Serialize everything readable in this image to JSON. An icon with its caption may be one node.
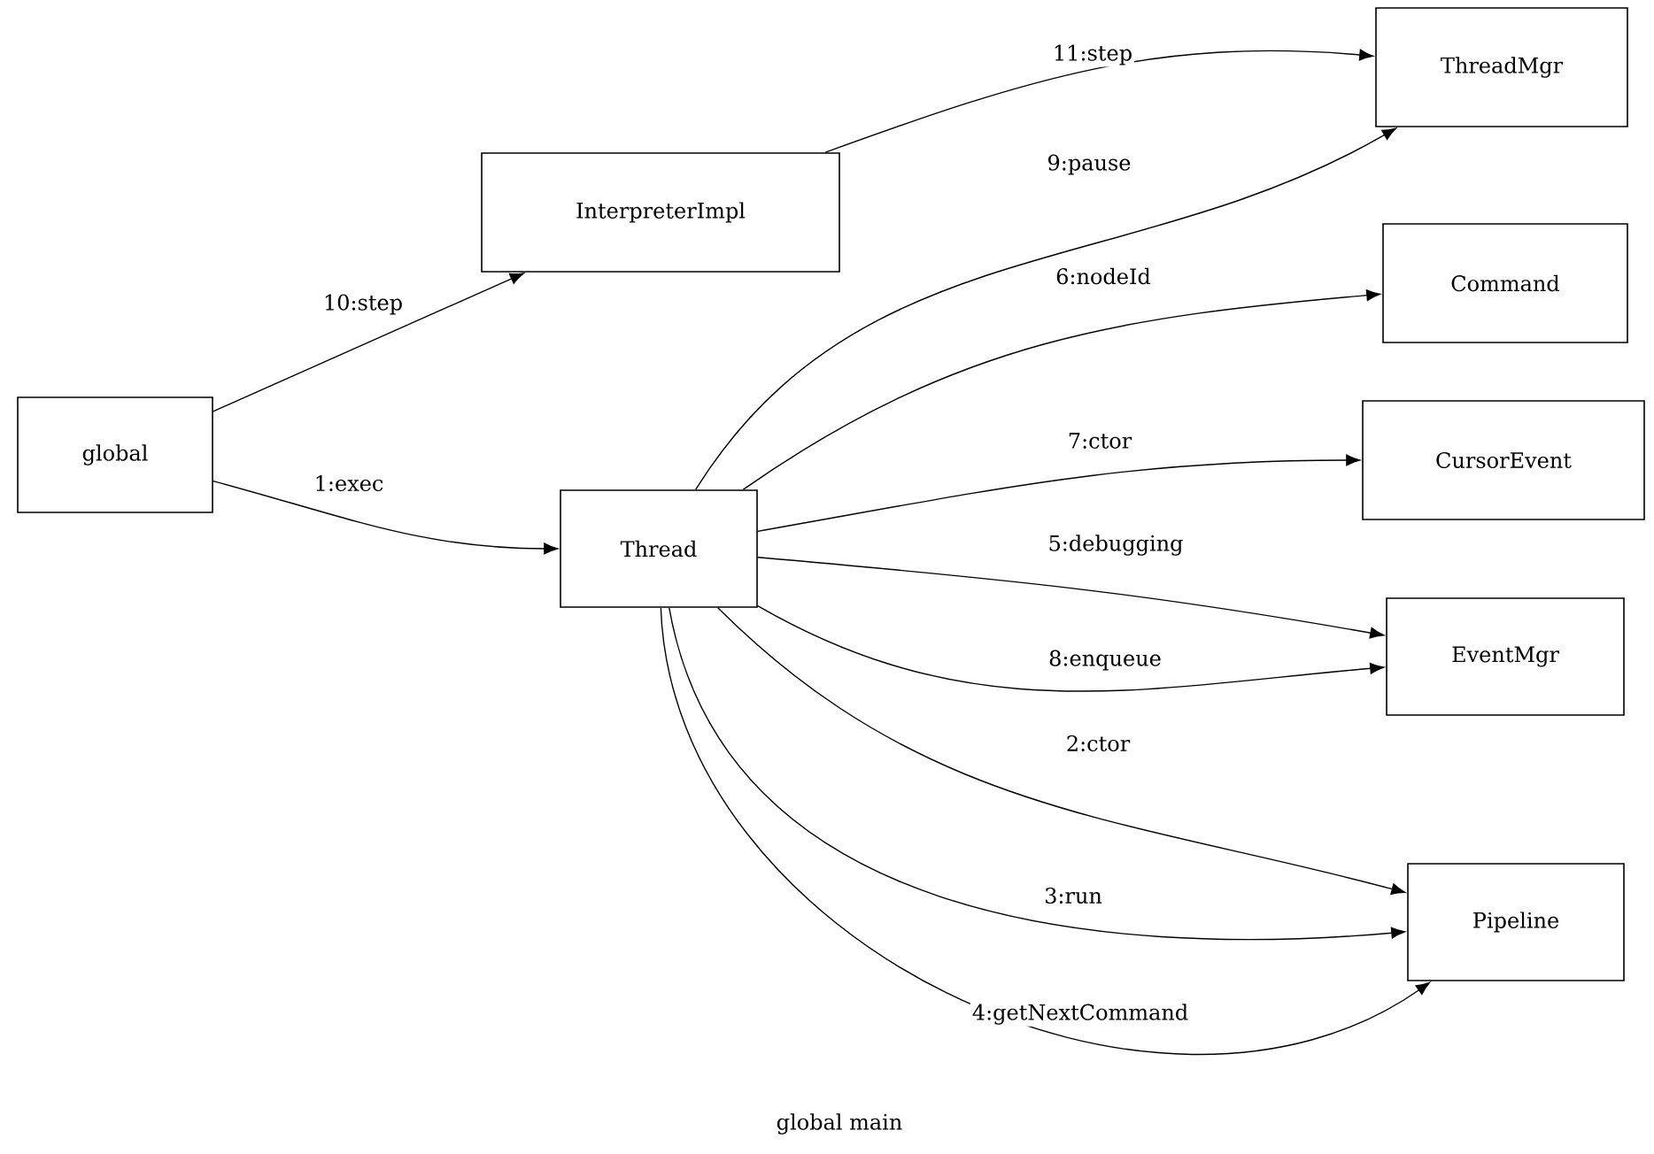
{
  "diagram": {
    "caption": "global main",
    "nodes": [
      {
        "text": [
          "global"
        ]
      },
      {
        "text": [
          "InterpreterImpl"
        ]
      },
      {
        "text": [
          "ThreadMgr"
        ]
      },
      {
        "text": [
          "Thread"
        ]
      },
      {
        "text": [
          "Command"
        ]
      },
      {
        "text": [
          "CursorEvent"
        ]
      },
      {
        "text": [
          "EventMgr"
        ]
      },
      {
        "text": [
          "Pipeline"
        ]
      }
    ],
    "edges": [
      {
        "from": 0,
        "to": 1,
        "arrow": "to",
        "label": "10:step"
      },
      {
        "from": 0,
        "to": 3,
        "arrow": "to",
        "label": "1:exec"
      },
      {
        "from": 1,
        "to": 2,
        "arrow": "to",
        "label": "11:step"
      },
      {
        "from": 3,
        "to": 2,
        "arrow": "to",
        "label": "9:pause"
      },
      {
        "from": 3,
        "to": 4,
        "arrow": "to",
        "label": "6:nodeId"
      },
      {
        "from": 3,
        "to": 5,
        "arrow": "to",
        "label": "7:ctor"
      },
      {
        "from": 3,
        "to": 6,
        "arrow": "to",
        "label": "5:debugging"
      },
      {
        "from": 3,
        "to": 6,
        "arrow": "to",
        "label": "8:enqueue"
      },
      {
        "from": 3,
        "to": 7,
        "arrow": "to",
        "label": "2:ctor"
      },
      {
        "from": 3,
        "to": 7,
        "arrow": "to",
        "label": "3:run"
      },
      {
        "from": 3,
        "to": 7,
        "arrow": "to",
        "label": "4:getNextCommand"
      }
    ]
  }
}
